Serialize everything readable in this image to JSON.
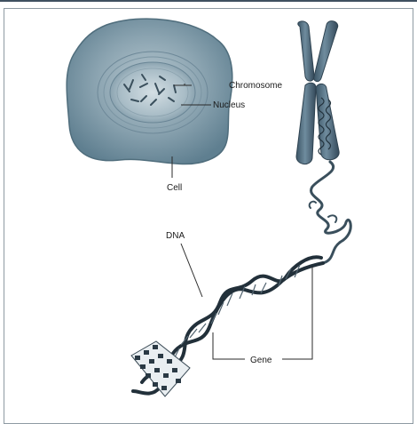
{
  "labels": {
    "chromosome": "Chromosome",
    "nucleus": "Nucleus",
    "cell": "Cell",
    "dna": "DNA",
    "gene": "Gene"
  },
  "colors": {
    "cell_outer": "#6f8d9c",
    "cell_inner": "#8fa7b4",
    "nucleus": "#a6bac4",
    "chromosome": "#4b6677",
    "helix_dark": "#2e3b45",
    "leader_line": "#2a2a2a"
  }
}
